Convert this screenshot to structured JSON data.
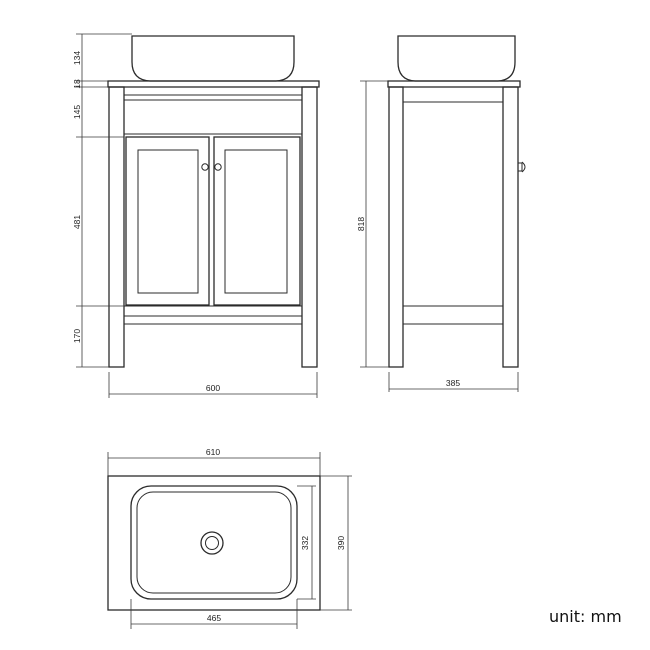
{
  "front_view": {
    "dims": {
      "basin_height": "134",
      "top_thickness": "18",
      "drawer_panel": "145",
      "door_height": "481",
      "leg_height": "170",
      "width": "600"
    }
  },
  "side_view": {
    "dims": {
      "total_height": "818",
      "depth": "385"
    }
  },
  "basin_top_view": {
    "dims": {
      "outer_width": "610",
      "outer_depth": "390",
      "inner_depth": "332",
      "inner_width": "465"
    }
  },
  "unit_label": "unit: mm",
  "colors": {
    "line": "#2b2b2b",
    "background": "#ffffff"
  }
}
